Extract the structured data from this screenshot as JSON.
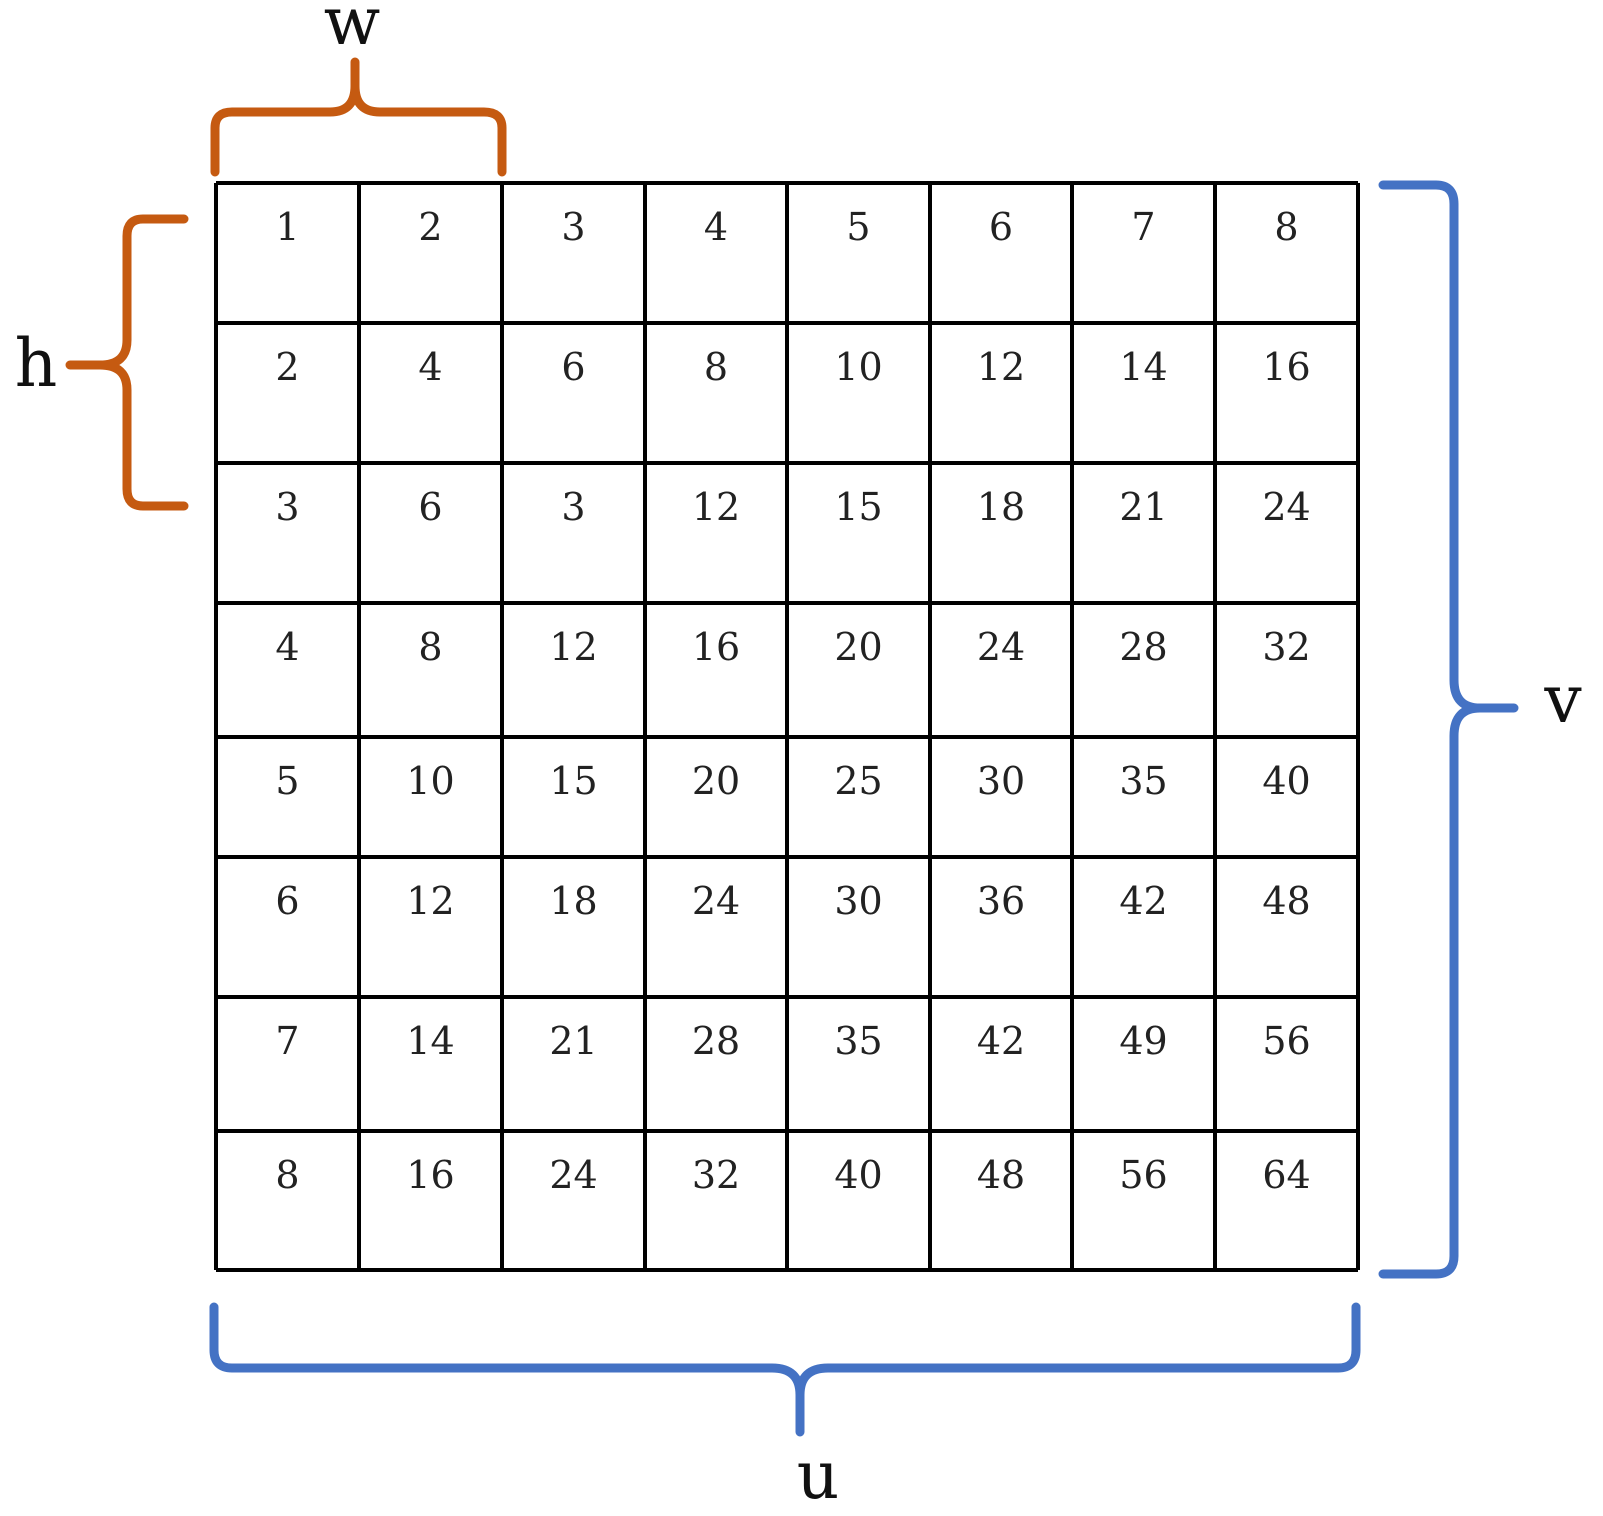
{
  "grid": {
    "rows": [
      [
        "1",
        "2",
        "3",
        "4",
        "5",
        "6",
        "7",
        "8"
      ],
      [
        "2",
        "4",
        "6",
        "8",
        "10",
        "12",
        "14",
        "16"
      ],
      [
        "3",
        "6",
        "3",
        "12",
        "15",
        "18",
        "21",
        "24"
      ],
      [
        "4",
        "8",
        "12",
        "16",
        "20",
        "24",
        "28",
        "32"
      ],
      [
        "5",
        "10",
        "15",
        "20",
        "25",
        "30",
        "35",
        "40"
      ],
      [
        "6",
        "12",
        "18",
        "24",
        "30",
        "36",
        "42",
        "48"
      ],
      [
        "7",
        "14",
        "21",
        "28",
        "35",
        "42",
        "49",
        "56"
      ],
      [
        "8",
        "16",
        "24",
        "32",
        "40",
        "48",
        "56",
        "64"
      ]
    ]
  },
  "labels": {
    "w": "w",
    "h": "h",
    "v": "v",
    "u": "u"
  },
  "colors": {
    "block_brace": "#C55A11",
    "image_brace": "#4472C4",
    "grid_line": "#000000"
  }
}
